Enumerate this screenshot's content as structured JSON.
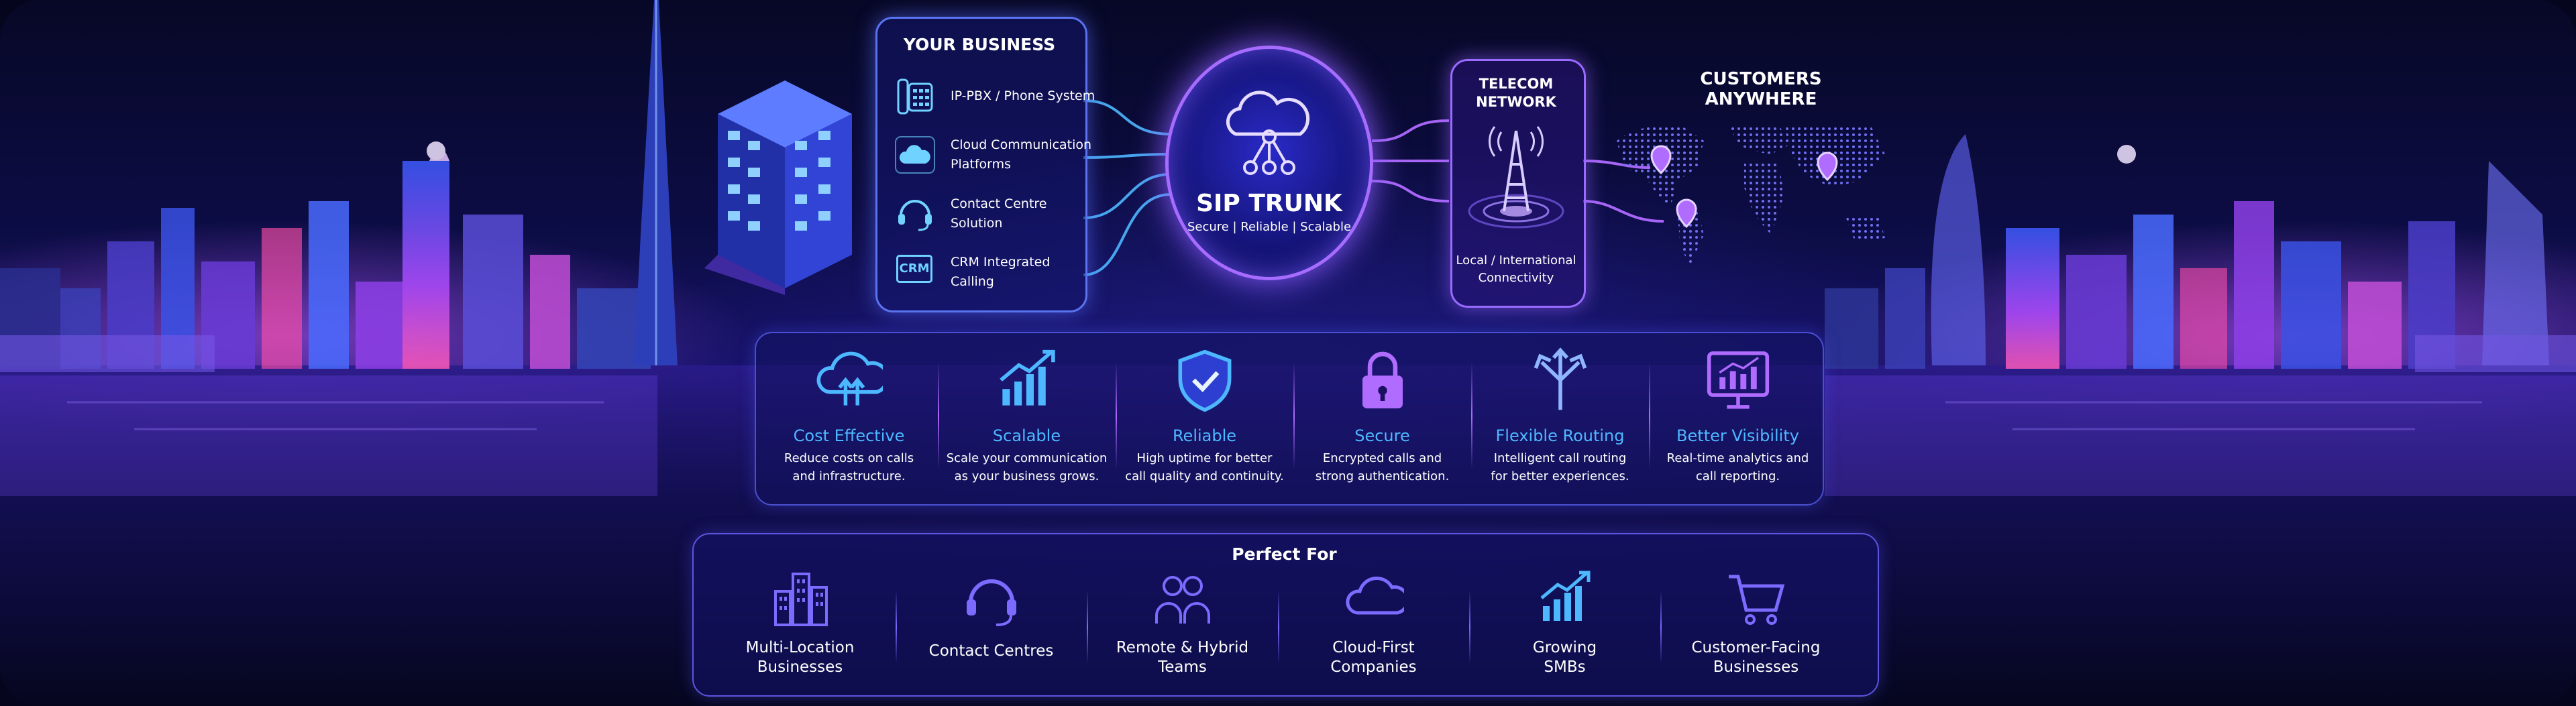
{
  "business": {
    "title": "YOUR BUSINESS",
    "items": [
      {
        "icon": "desk-phone-icon",
        "line1": "IP-PBX / Phone System",
        "line2": ""
      },
      {
        "icon": "cloud-icon",
        "line1": "Cloud Communication",
        "line2": "Platforms"
      },
      {
        "icon": "headset-icon",
        "line1": "Contact Centre",
        "line2": "Solution"
      },
      {
        "icon": "crm-icon",
        "icon_label": "CRM",
        "line1": "CRM Integrated",
        "line2": "Calling"
      }
    ]
  },
  "sip": {
    "title": "SIP TRUNK",
    "subtitle": "Secure | Reliable | Scalable",
    "icon": "cloud-network-icon"
  },
  "telecom": {
    "title_line1": "TELECOM",
    "title_line2": "NETWORK",
    "footer_line1": "Local / International",
    "footer_line2": "Connectivity",
    "icon": "cell-tower-icon"
  },
  "customers": {
    "title_line1": "CUSTOMERS",
    "title_line2": "ANYWHERE",
    "icon": "world-map-icon"
  },
  "benefits": [
    {
      "icon": "cloud-upload-icon",
      "title": "Cost Effective",
      "line1": "Reduce costs on calls",
      "line2": "and infrastructure."
    },
    {
      "icon": "growth-chart-icon",
      "title": "Scalable",
      "line1": "Scale your communication",
      "line2": "as your business grows."
    },
    {
      "icon": "shield-check-icon",
      "title": "Reliable",
      "line1": "High uptime for better",
      "line2": "call quality and continuity."
    },
    {
      "icon": "padlock-icon",
      "title": "Secure",
      "line1": "Encrypted calls and",
      "line2": "strong authentication."
    },
    {
      "icon": "routing-arrows-icon",
      "title": "Flexible Routing",
      "line1": "Intelligent call routing",
      "line2": "for better experiences."
    },
    {
      "icon": "monitor-chart-icon",
      "title": "Better Visibility",
      "line1": "Real-time analytics and",
      "line2": "call reporting."
    }
  ],
  "perfect_for": {
    "title": "Perfect For",
    "items": [
      {
        "icon": "buildings-icon",
        "line1": "Multi-Location",
        "line2": "Businesses"
      },
      {
        "icon": "headset-icon",
        "line1": "Contact Centres",
        "line2": ""
      },
      {
        "icon": "people-icon",
        "line1": "Remote & Hybrid",
        "line2": "Teams"
      },
      {
        "icon": "cloud-icon",
        "line1": "Cloud-First",
        "line2": "Companies"
      },
      {
        "icon": "growth-chart-icon",
        "line1": "Growing",
        "line2": "SMBs"
      },
      {
        "icon": "shopping-cart-icon",
        "line1": "Customer-Facing",
        "line2": "Businesses"
      }
    ]
  },
  "colors": {
    "accent_blue": "#4db8ff",
    "accent_purple": "#b06bff",
    "glow": "#8a5cff",
    "panel_border": "#5a5fe0"
  }
}
